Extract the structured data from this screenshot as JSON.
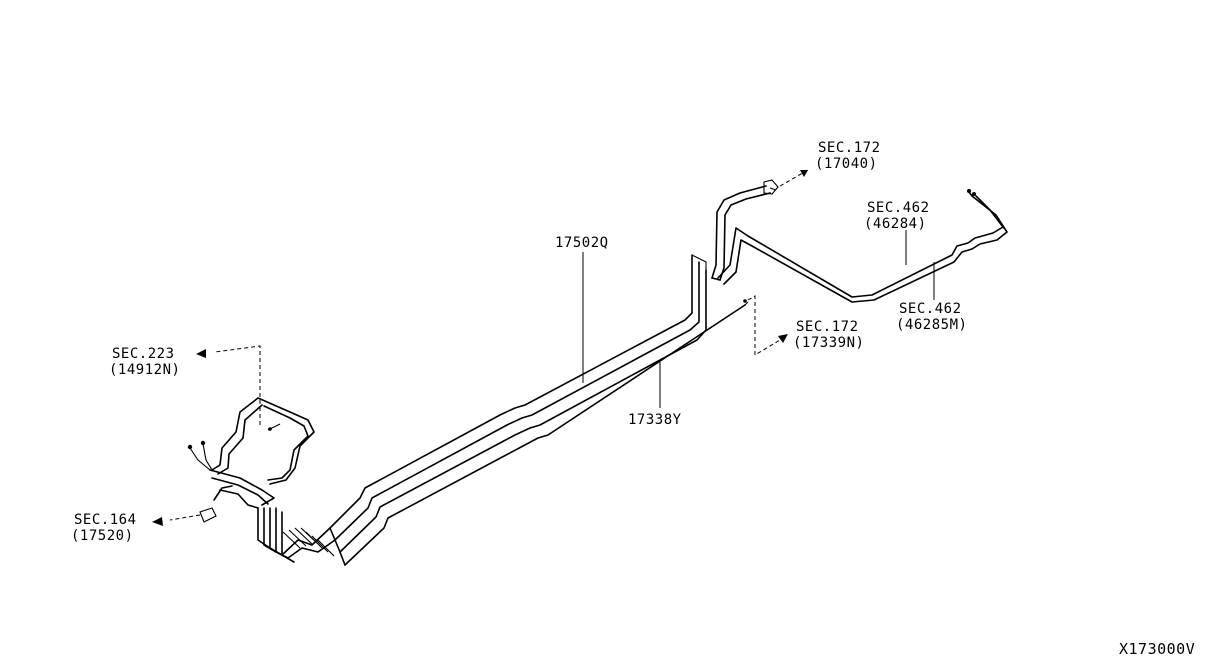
{
  "diagram_code": "X173000V",
  "callouts": {
    "sec172_top": {
      "sec": "SEC.172",
      "part": "(17040)"
    },
    "sec462_a": {
      "sec": "SEC.462",
      "part": "(46284)"
    },
    "sec462_b": {
      "sec": "SEC.462",
      "part": "(46285M)"
    },
    "sec172_mid": {
      "sec": "SEC.172",
      "part": "(17339N)"
    },
    "sec223": {
      "sec": "SEC.223",
      "part": "(14912N)"
    },
    "sec164": {
      "sec": "SEC.164",
      "part": "(17520)"
    }
  },
  "part_numbers": {
    "p17502q": "17502Q",
    "p17338y": "17338Y"
  }
}
